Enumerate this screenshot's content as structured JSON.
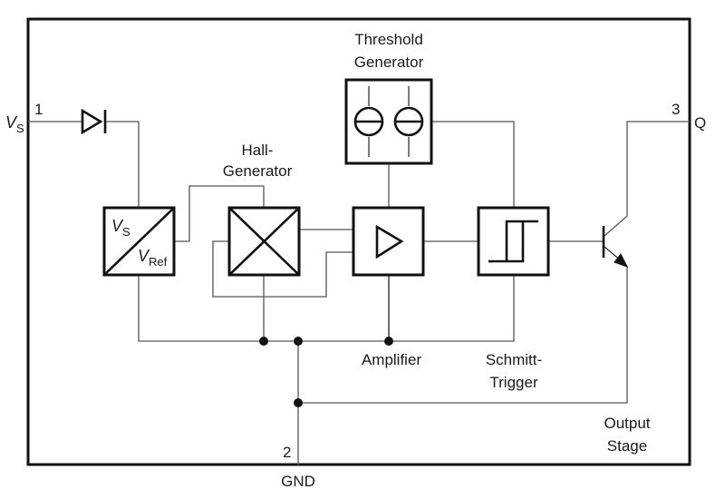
{
  "diagram": {
    "type": "block-diagram",
    "description": "Hall-effect switch IC functional block diagram",
    "pins": [
      {
        "number": "1",
        "name_main": "V",
        "name_sub": "S"
      },
      {
        "number": "2",
        "name": "GND"
      },
      {
        "number": "3",
        "name": "Q"
      }
    ],
    "blocks": {
      "regulator": {
        "label_main_top": "V",
        "label_sub_top": "S",
        "label_main_bottom": "V",
        "label_sub_bottom": "Ref"
      },
      "hall": {
        "label_line1": "Hall-",
        "label_line2": "Generator"
      },
      "threshold": {
        "label_line1": "Threshold",
        "label_line2": "Generator"
      },
      "amplifier": {
        "label": "Amplifier"
      },
      "schmitt": {
        "label_line1": "Schmitt-",
        "label_line2": "Trigger"
      },
      "output": {
        "label_line1": "Output",
        "label_line2": "Stage"
      }
    },
    "connections": [
      [
        "pin-1",
        "diode"
      ],
      [
        "diode",
        "regulator"
      ],
      [
        "regulator",
        "hall"
      ],
      [
        "hall",
        "amplifier"
      ],
      [
        "threshold",
        "amplifier"
      ],
      [
        "threshold",
        "schmitt"
      ],
      [
        "amplifier",
        "schmitt"
      ],
      [
        "schmitt",
        "output-transistor"
      ],
      [
        "output-transistor",
        "pin-3"
      ],
      [
        "regulator",
        "ground-bus"
      ],
      [
        "hall",
        "ground-bus"
      ],
      [
        "amplifier",
        "ground-bus"
      ],
      [
        "schmitt",
        "ground-bus"
      ],
      [
        "output-transistor",
        "pin-2"
      ],
      [
        "ground-bus",
        "pin-2"
      ]
    ]
  }
}
